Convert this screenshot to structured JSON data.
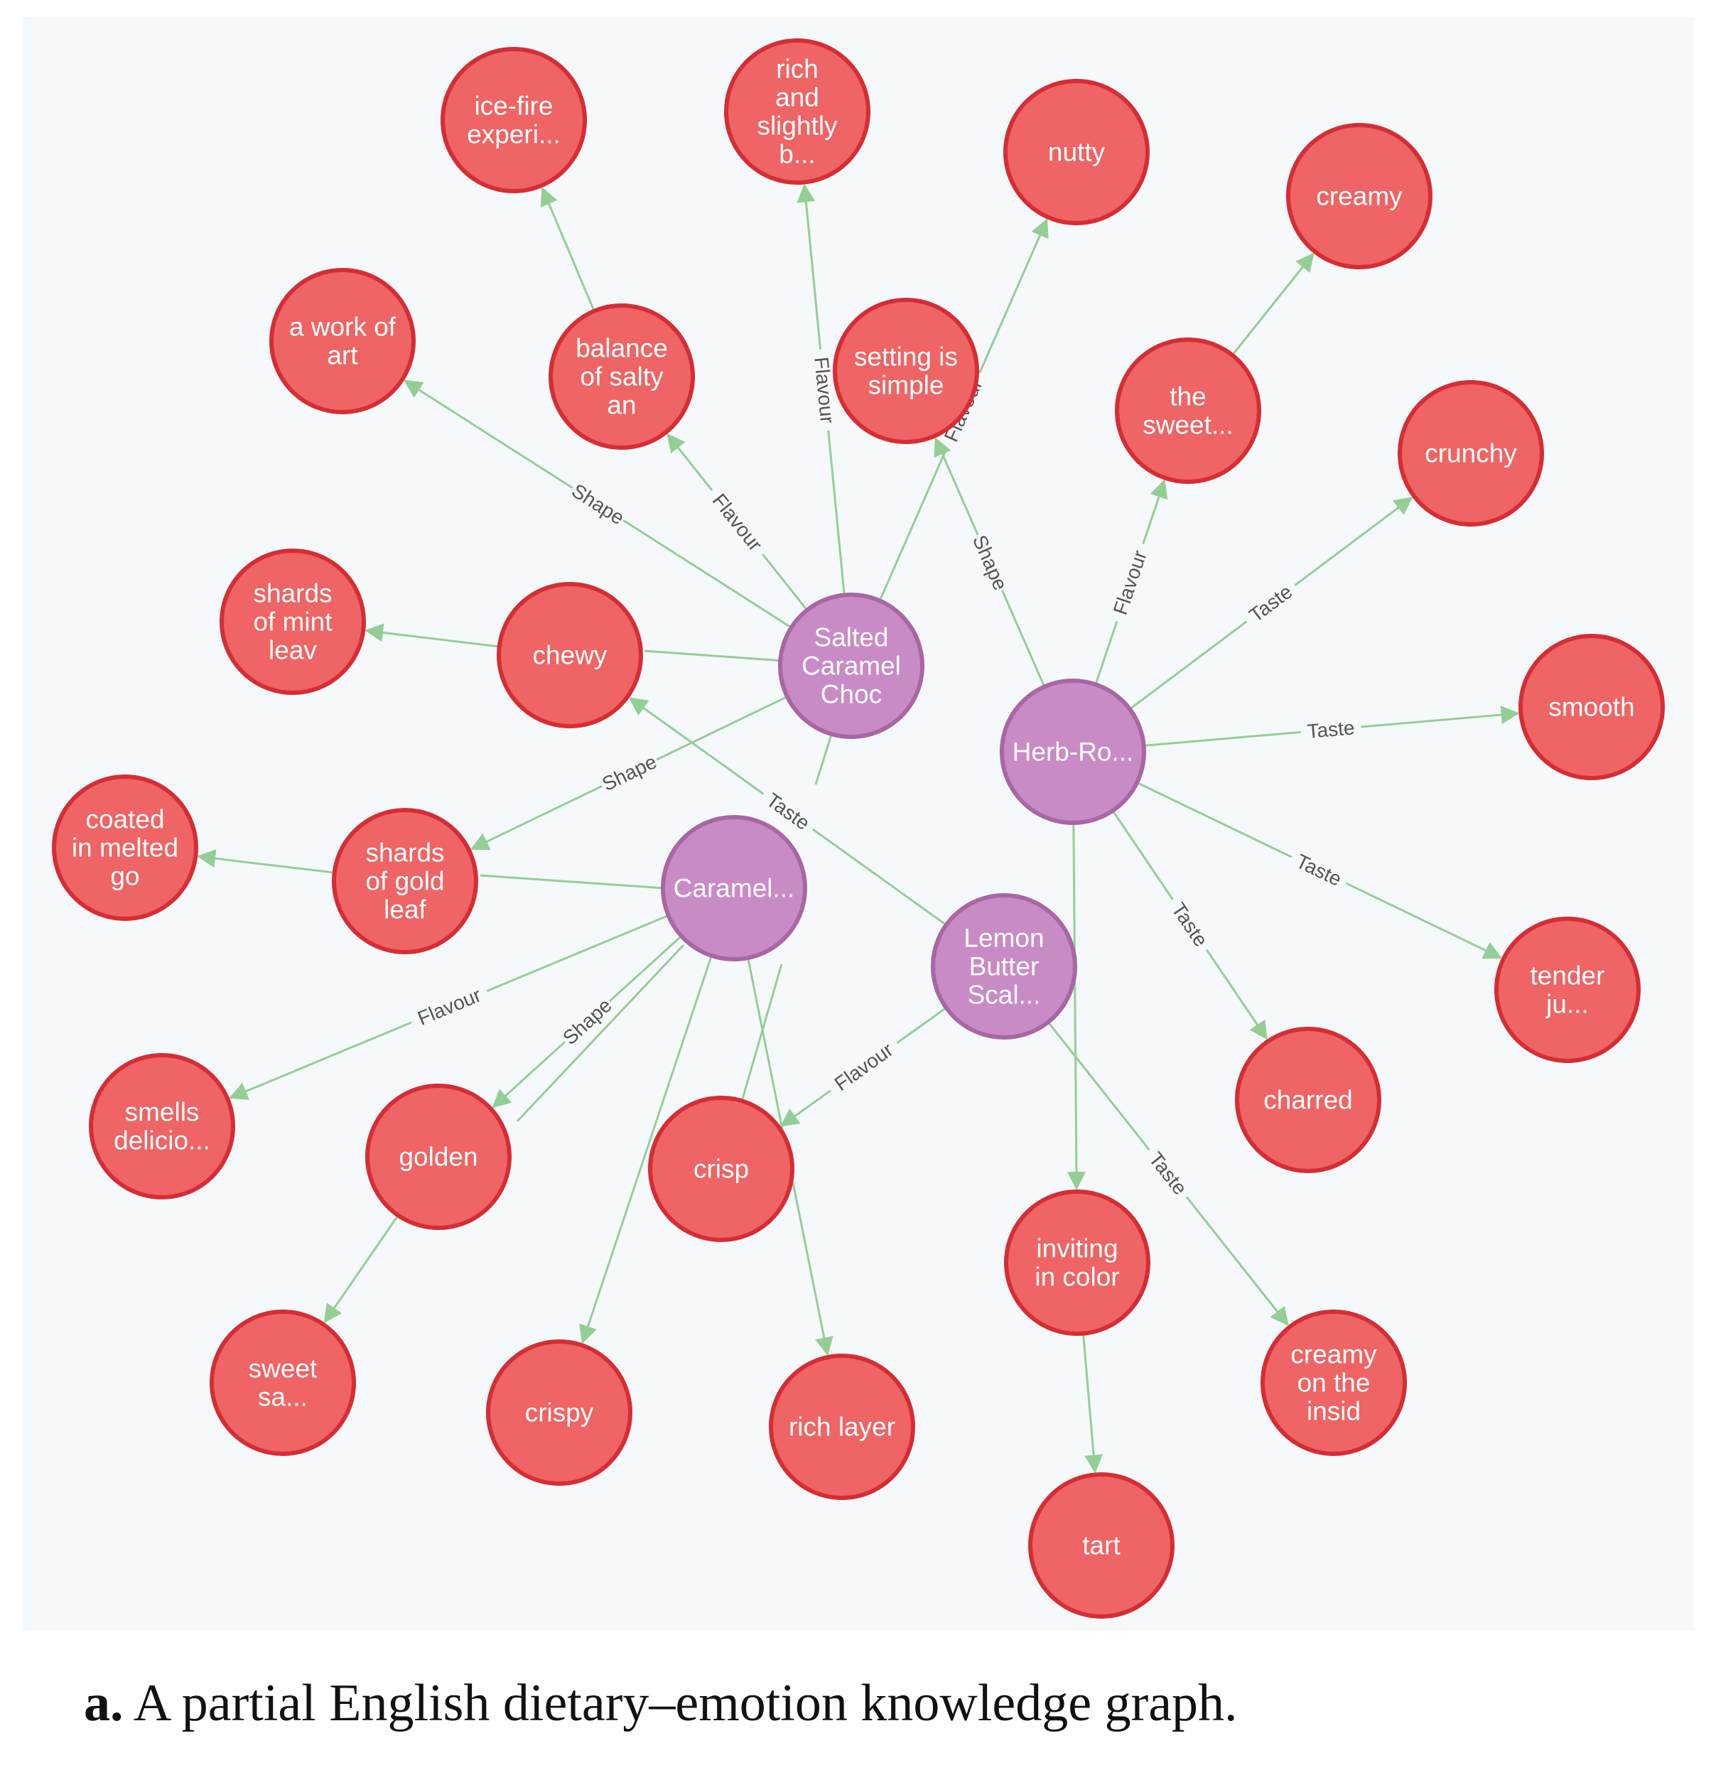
{
  "colors": {
    "topic_fill": "#c98bc5",
    "topic_stroke": "#a866a4",
    "attr_fill": "#ef6464",
    "attr_stroke": "#d62d34",
    "edge": "#93cf95"
  },
  "graph": {
    "nodes": [
      {
        "id": "salted",
        "type": "topic",
        "lines": [
          "Salted",
          "Caramel",
          "Choc"
        ]
      },
      {
        "id": "herb",
        "type": "topic",
        "lines": [
          "Herb-Ro..."
        ]
      },
      {
        "id": "caramel",
        "type": "topic",
        "lines": [
          "Caramel..."
        ]
      },
      {
        "id": "lemon",
        "type": "topic",
        "lines": [
          "Lemon",
          "Butter",
          "Scal..."
        ]
      },
      {
        "id": "ice_fire",
        "type": "attr",
        "lines": [
          "ice-fire",
          "experi..."
        ]
      },
      {
        "id": "rich_bitter",
        "type": "attr",
        "lines": [
          "rich",
          "and",
          "slightly",
          "b..."
        ]
      },
      {
        "id": "nutty",
        "type": "attr",
        "lines": [
          "nutty"
        ]
      },
      {
        "id": "creamy",
        "type": "attr",
        "lines": [
          "creamy"
        ]
      },
      {
        "id": "work_art",
        "type": "attr",
        "lines": [
          "a work of",
          "art"
        ]
      },
      {
        "id": "balance",
        "type": "attr",
        "lines": [
          "balance",
          "of salty",
          "an"
        ]
      },
      {
        "id": "setting",
        "type": "attr",
        "lines": [
          "setting is",
          "simple"
        ]
      },
      {
        "id": "the_sweet",
        "type": "attr",
        "lines": [
          "the",
          "sweet..."
        ]
      },
      {
        "id": "crunchy",
        "type": "attr",
        "lines": [
          "crunchy"
        ]
      },
      {
        "id": "mint",
        "type": "attr",
        "lines": [
          "shards",
          "of mint",
          "leav"
        ]
      },
      {
        "id": "chewy",
        "type": "attr",
        "lines": [
          "chewy"
        ]
      },
      {
        "id": "smooth",
        "type": "attr",
        "lines": [
          "smooth"
        ]
      },
      {
        "id": "coated",
        "type": "attr",
        "lines": [
          "coated",
          "in melted",
          "go"
        ]
      },
      {
        "id": "gold_leaf",
        "type": "attr",
        "lines": [
          "shards",
          "of gold",
          "leaf"
        ]
      },
      {
        "id": "tender",
        "type": "attr",
        "lines": [
          "tender",
          "ju..."
        ]
      },
      {
        "id": "smells",
        "type": "attr",
        "lines": [
          "smells",
          "delicio..."
        ]
      },
      {
        "id": "golden",
        "type": "attr",
        "lines": [
          "golden"
        ]
      },
      {
        "id": "crisp",
        "type": "attr",
        "lines": [
          "crisp"
        ]
      },
      {
        "id": "charred",
        "type": "attr",
        "lines": [
          "charred"
        ]
      },
      {
        "id": "inviting",
        "type": "attr",
        "lines": [
          "inviting",
          "in color"
        ]
      },
      {
        "id": "creamy_inside",
        "type": "attr",
        "lines": [
          "creamy",
          "on the",
          "insid"
        ]
      },
      {
        "id": "sweet_sa",
        "type": "attr",
        "lines": [
          "sweet",
          "sa..."
        ]
      },
      {
        "id": "crispy",
        "type": "attr",
        "lines": [
          "crispy"
        ]
      },
      {
        "id": "rich_layer",
        "type": "attr",
        "lines": [
          "rich layer"
        ]
      },
      {
        "id": "tart",
        "type": "attr",
        "lines": [
          "tart"
        ]
      }
    ],
    "edges": [
      {
        "from": "balance",
        "to": "ice_fire",
        "label": ""
      },
      {
        "from": "salted",
        "to": "rich_bitter",
        "label": "Flavour"
      },
      {
        "from": "salted",
        "to": "nutty",
        "label": "Flavour"
      },
      {
        "from": "the_sweet",
        "to": "creamy",
        "label": ""
      },
      {
        "from": "salted",
        "to": "work_art",
        "label": "Shape"
      },
      {
        "from": "salted",
        "to": "balance",
        "label": "Flavour"
      },
      {
        "from": "herb",
        "to": "setting",
        "label": "Shape"
      },
      {
        "from": "herb",
        "to": "the_sweet",
        "label": "Flavour"
      },
      {
        "from": "herb",
        "to": "crunchy",
        "label": "Taste"
      },
      {
        "from": "chewy",
        "to": "mint",
        "label": ""
      },
      {
        "from": "herb",
        "to": "smooth",
        "label": "Taste"
      },
      {
        "from": "salted",
        "to": "gold_leaf",
        "label": "Shape"
      },
      {
        "from": "gold_leaf",
        "to": "coated",
        "label": ""
      },
      {
        "from": "herb",
        "to": "tender",
        "label": "Taste"
      },
      {
        "from": "caramel",
        "to": "smells",
        "label": "Flavour"
      },
      {
        "from": "caramel",
        "to": "golden",
        "label": "Shape"
      },
      {
        "from": "lemon",
        "to": "crisp",
        "label": "Flavour"
      },
      {
        "from": "herb",
        "to": "charred",
        "label": "Taste"
      },
      {
        "from": "herb",
        "to": "inviting",
        "label": ""
      },
      {
        "from": "lemon",
        "to": "creamy_inside",
        "label": "Taste"
      },
      {
        "from": "lemon",
        "to": "chewy",
        "label": "Taste"
      },
      {
        "from": "golden",
        "to": "sweet_sa",
        "label": ""
      },
      {
        "from": "caramel",
        "to": "crispy",
        "label": ""
      },
      {
        "from": "caramel",
        "to": "rich_layer",
        "label": ""
      },
      {
        "from": "inviting",
        "to": "tart",
        "label": ""
      }
    ]
  },
  "caption": {
    "label": "a.",
    "text": "A partial English dietary–emotion knowledge graph."
  }
}
